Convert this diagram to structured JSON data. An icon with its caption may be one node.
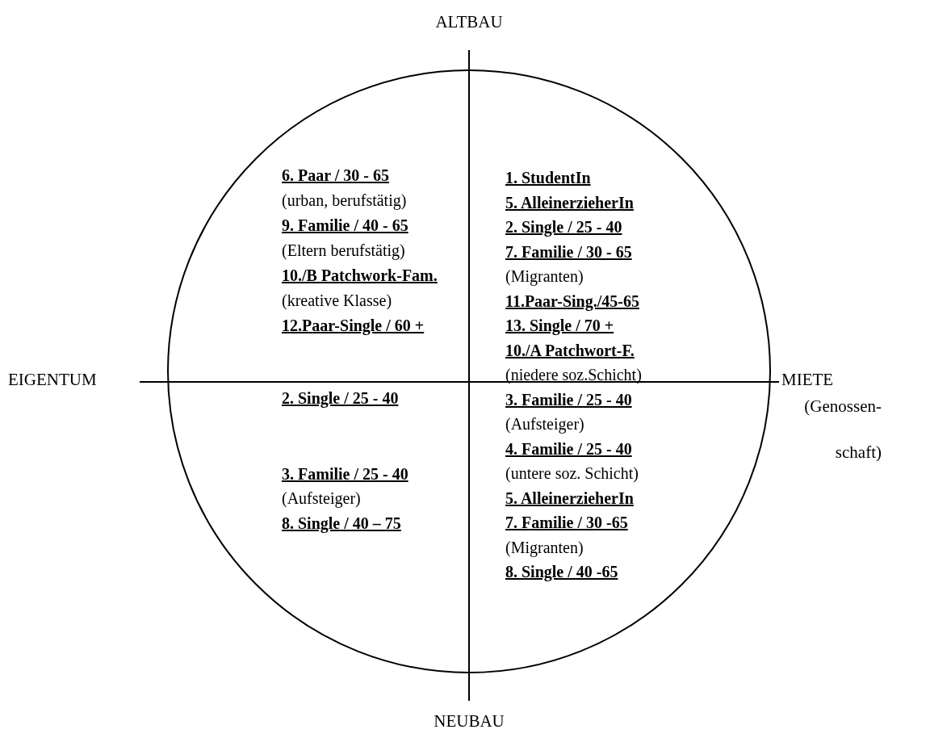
{
  "diagram": {
    "labels": [
      "ALTBAU",
      "6. Paar / 30 - 65",
      "(urban, berufstätig)",
      "9. Familie / 40 - 65",
      "(Eltern berufstätig)",
      "10./B Patchwork-Fam.",
      "(kreative Klasse)",
      "12.Paar-Single / 60 +",
      "EIGENTUM",
      "1. StudentIn",
      "5. AlleinerzieherIn",
      "2. Single / 25 - 40",
      "7. Familie / 30 - 65",
      "(Migranten)",
      "11.Paar-Sing./45-65",
      "13. Single / 70 +",
      "10./A Patchwort-F.",
      "(niedere soz.Schicht)",
      "MIETE",
      "(Genossen- schaft)",
      "2. Single / 25 - 40",
      "3. Familie / 25 - 40",
      "(Aufsteiger)",
      "8. Single / 40 – 75",
      "3. Familie / 25 - 40",
      "(Aufsteiger)",
      "4. Familie / 25 - 40",
      "(untere soz. Schicht)",
      "5. AlleinerzieherIn",
      "7. Familie / 30 -65",
      "(Migranten)",
      "8. Single / 40 -65",
      "NEUBAU"
    ]
  }
}
